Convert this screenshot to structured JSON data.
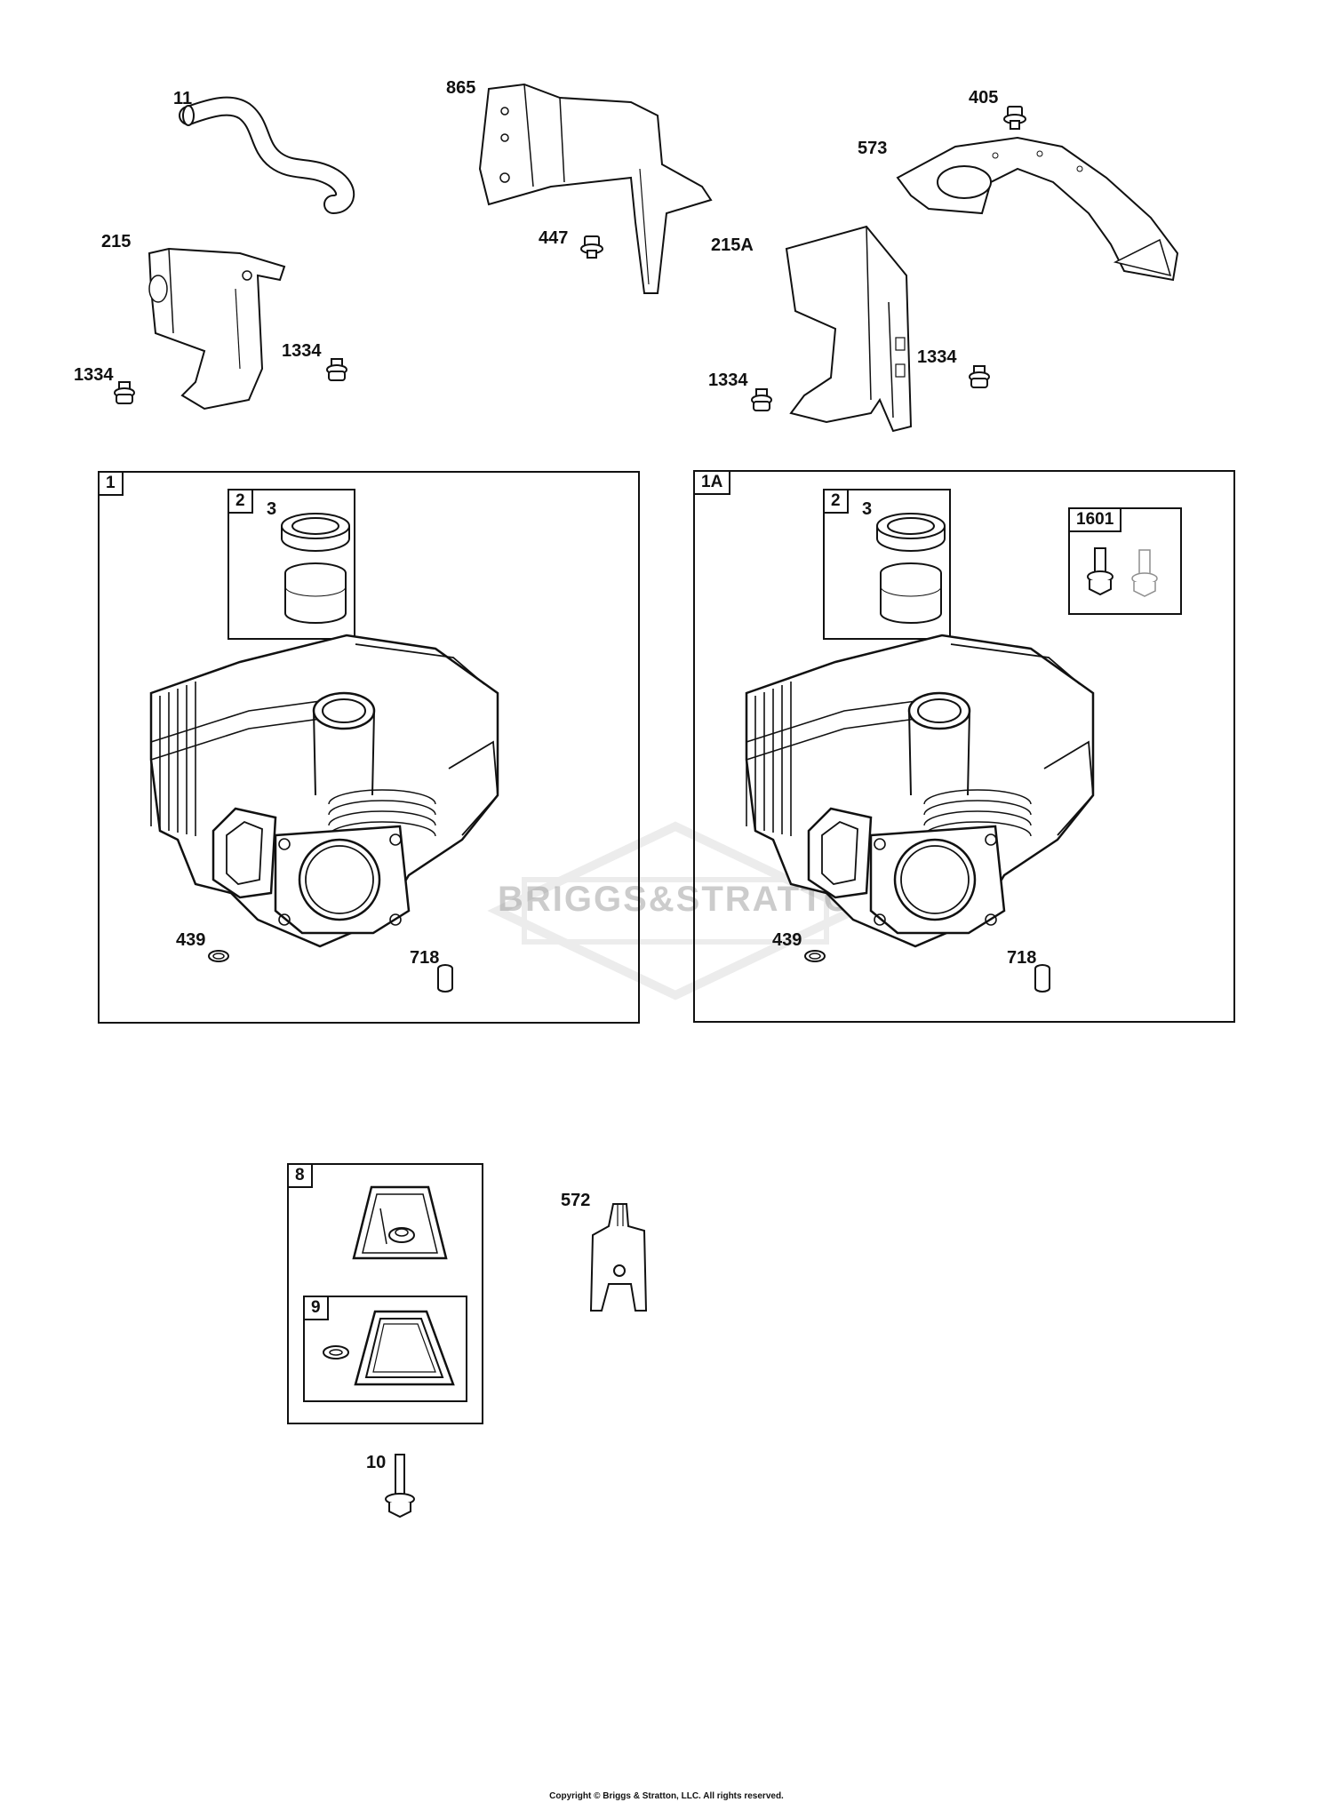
{
  "callouts": {
    "c11": "11",
    "c865": "865",
    "c405": "405",
    "c573": "573",
    "c215": "215",
    "c447": "447",
    "c215a": "215A",
    "c1334_a": "1334",
    "c1334_b": "1334",
    "c1334_c": "1334",
    "c1334_d": "1334",
    "c3_left": "3",
    "c3_right": "3",
    "c439_left": "439",
    "c718_left": "718",
    "c439_right": "439",
    "c718_right": "718",
    "c572": "572",
    "c10": "10"
  },
  "boxes": {
    "box1": "1",
    "box1a": "1A",
    "box2_left": "2",
    "box2_right": "2",
    "box1601": "1601",
    "box8": "8",
    "box9": "9"
  },
  "watermark": "BRIGGS&STRATTON",
  "copyright": "Copyright © Briggs & Stratton, LLC. All rights reserved."
}
